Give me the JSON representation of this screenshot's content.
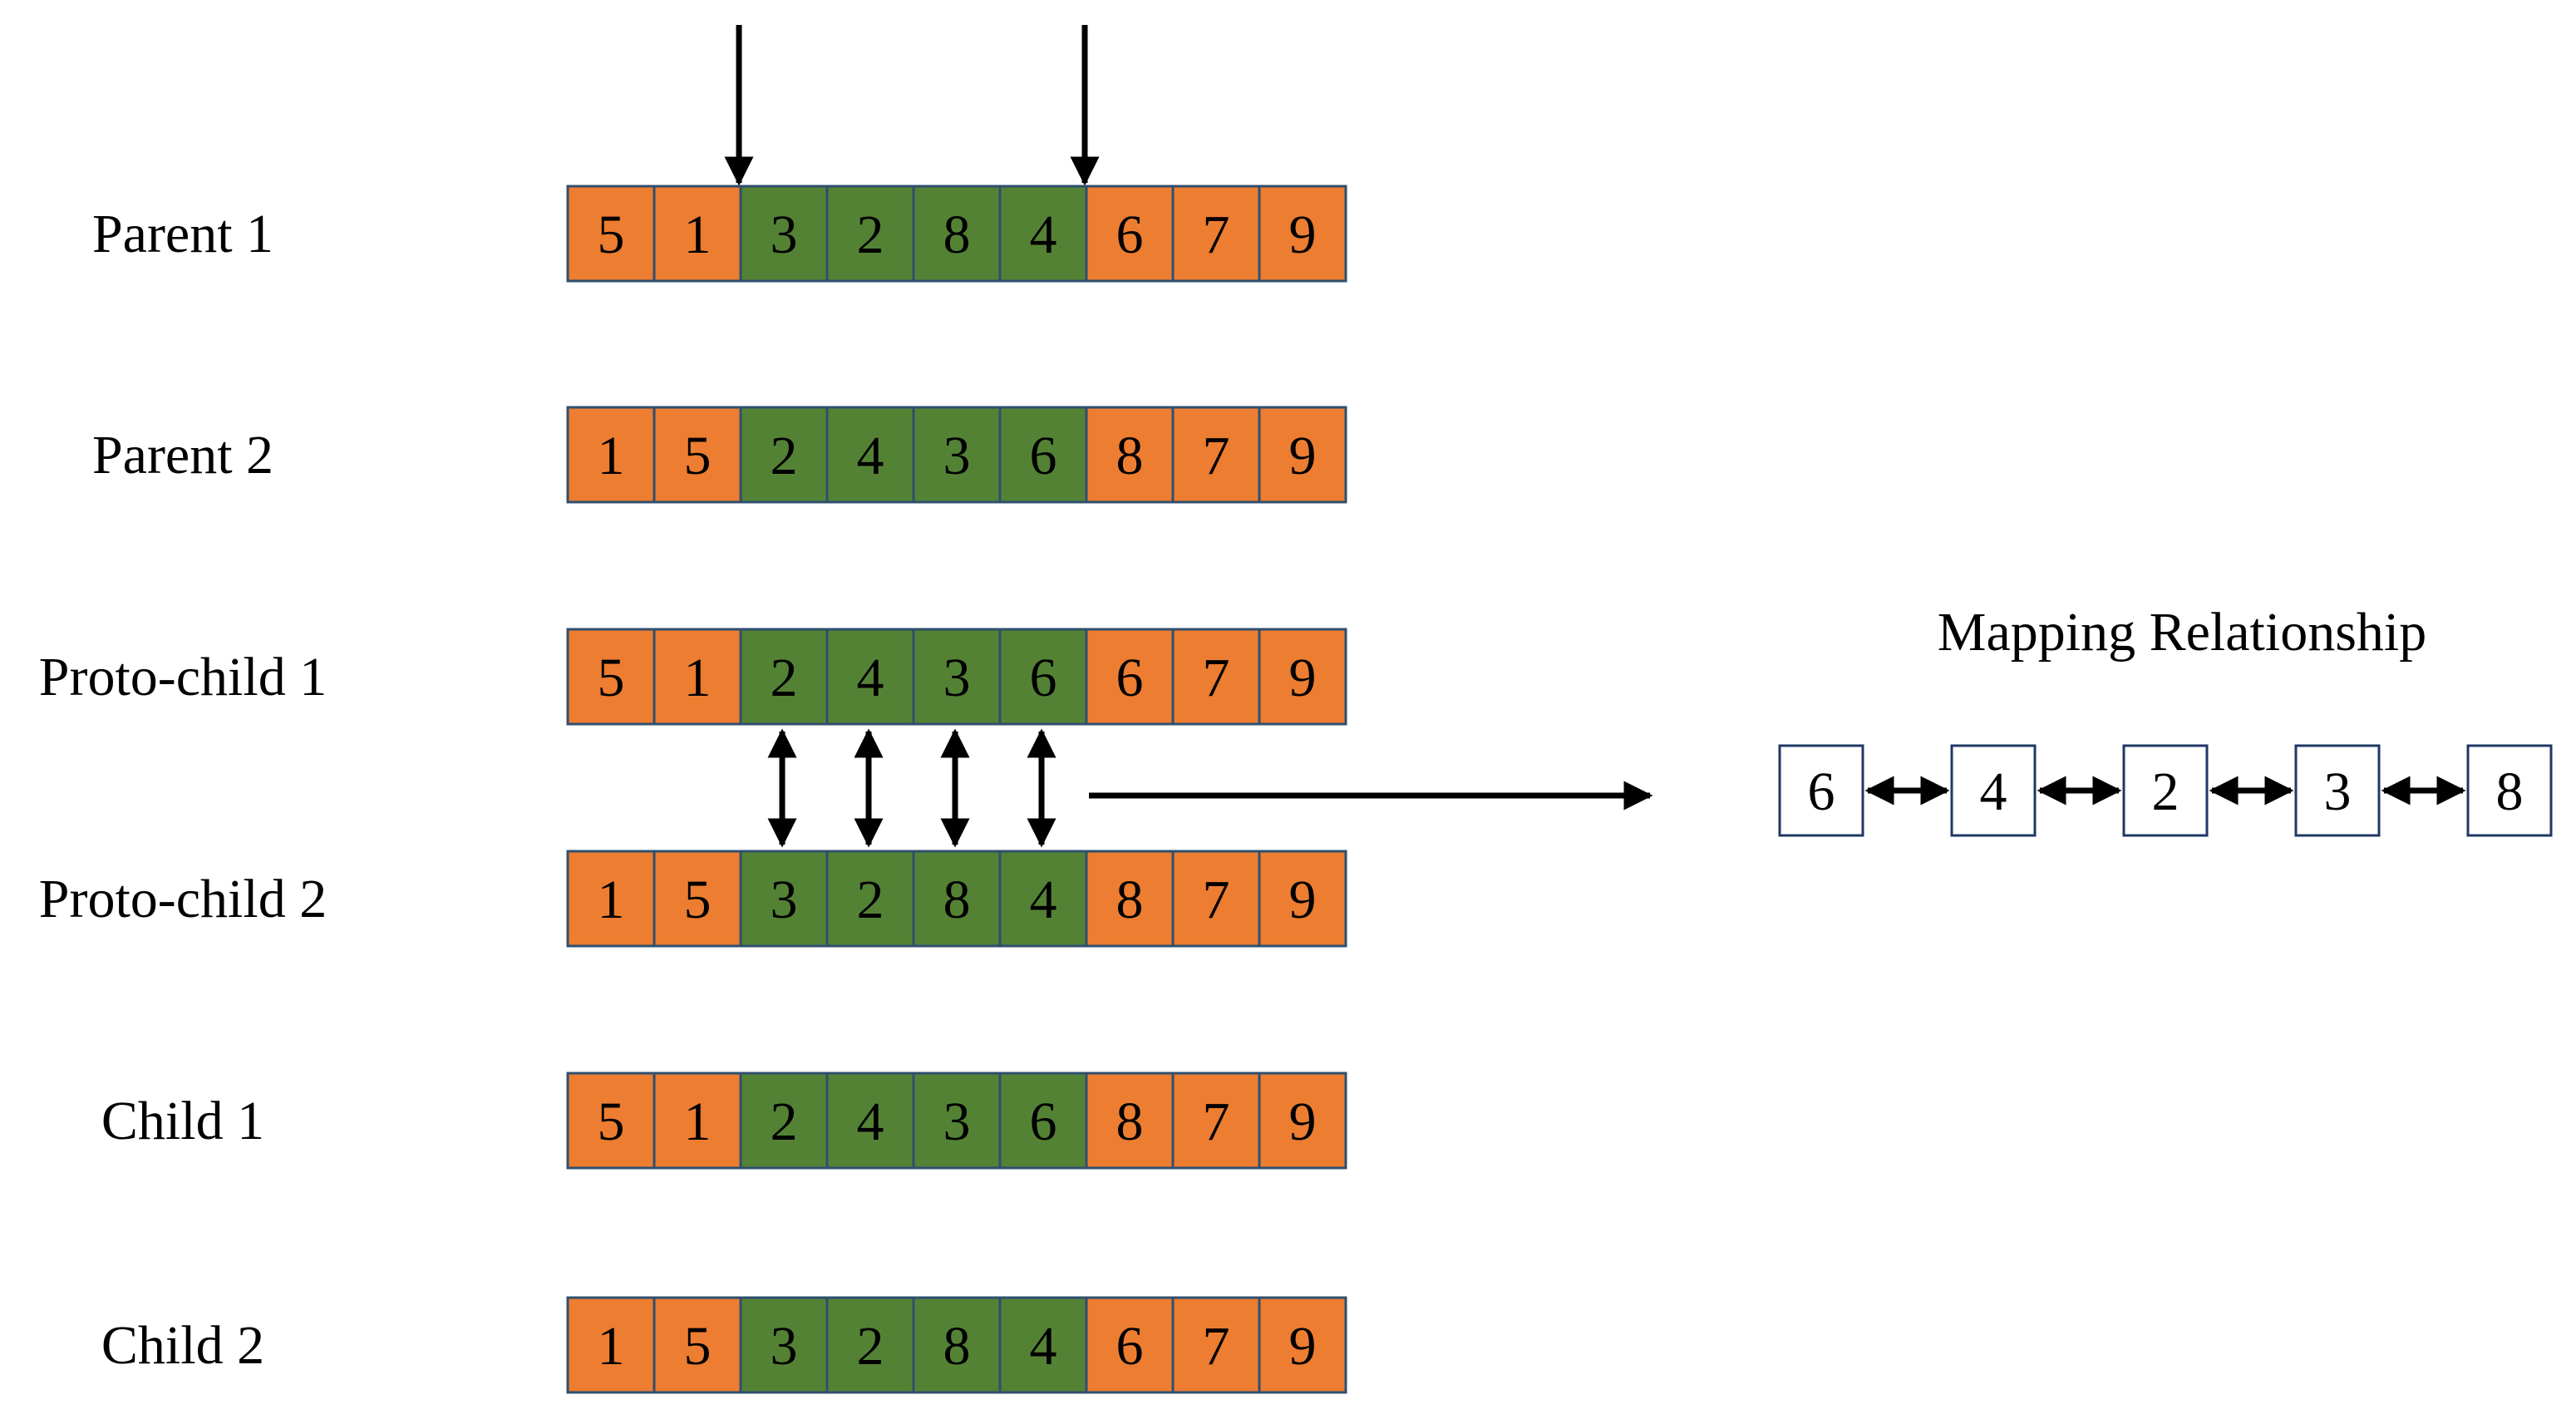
{
  "colors": {
    "outer": "#ED7D31",
    "inner": "#548235",
    "cell_border": "#2F4F6F",
    "map_border": "#1F3864",
    "arrow": "#000000"
  },
  "rows": [
    {
      "label": "Parent 1",
      "genes": [
        "5",
        "1",
        "3",
        "2",
        "8",
        "4",
        "6",
        "7",
        "9"
      ]
    },
    {
      "label": "Parent 2",
      "genes": [
        "1",
        "5",
        "2",
        "4",
        "3",
        "6",
        "8",
        "7",
        "9"
      ]
    },
    {
      "label": "Proto-child 1",
      "genes": [
        "5",
        "1",
        "2",
        "4",
        "3",
        "6",
        "6",
        "7",
        "9"
      ]
    },
    {
      "label": "Proto-child 2",
      "genes": [
        "1",
        "5",
        "3",
        "2",
        "8",
        "4",
        "8",
        "7",
        "9"
      ]
    },
    {
      "label": "Child 1",
      "genes": [
        "5",
        "1",
        "2",
        "4",
        "3",
        "6",
        "8",
        "7",
        "9"
      ]
    },
    {
      "label": "Child 2",
      "genes": [
        "1",
        "5",
        "3",
        "2",
        "8",
        "4",
        "6",
        "7",
        "9"
      ]
    }
  ],
  "segment": {
    "start": 2,
    "end": 5
  },
  "mapping": {
    "title": "Mapping Relationship",
    "chain": [
      "6",
      "4",
      "2",
      "3",
      "8"
    ]
  }
}
